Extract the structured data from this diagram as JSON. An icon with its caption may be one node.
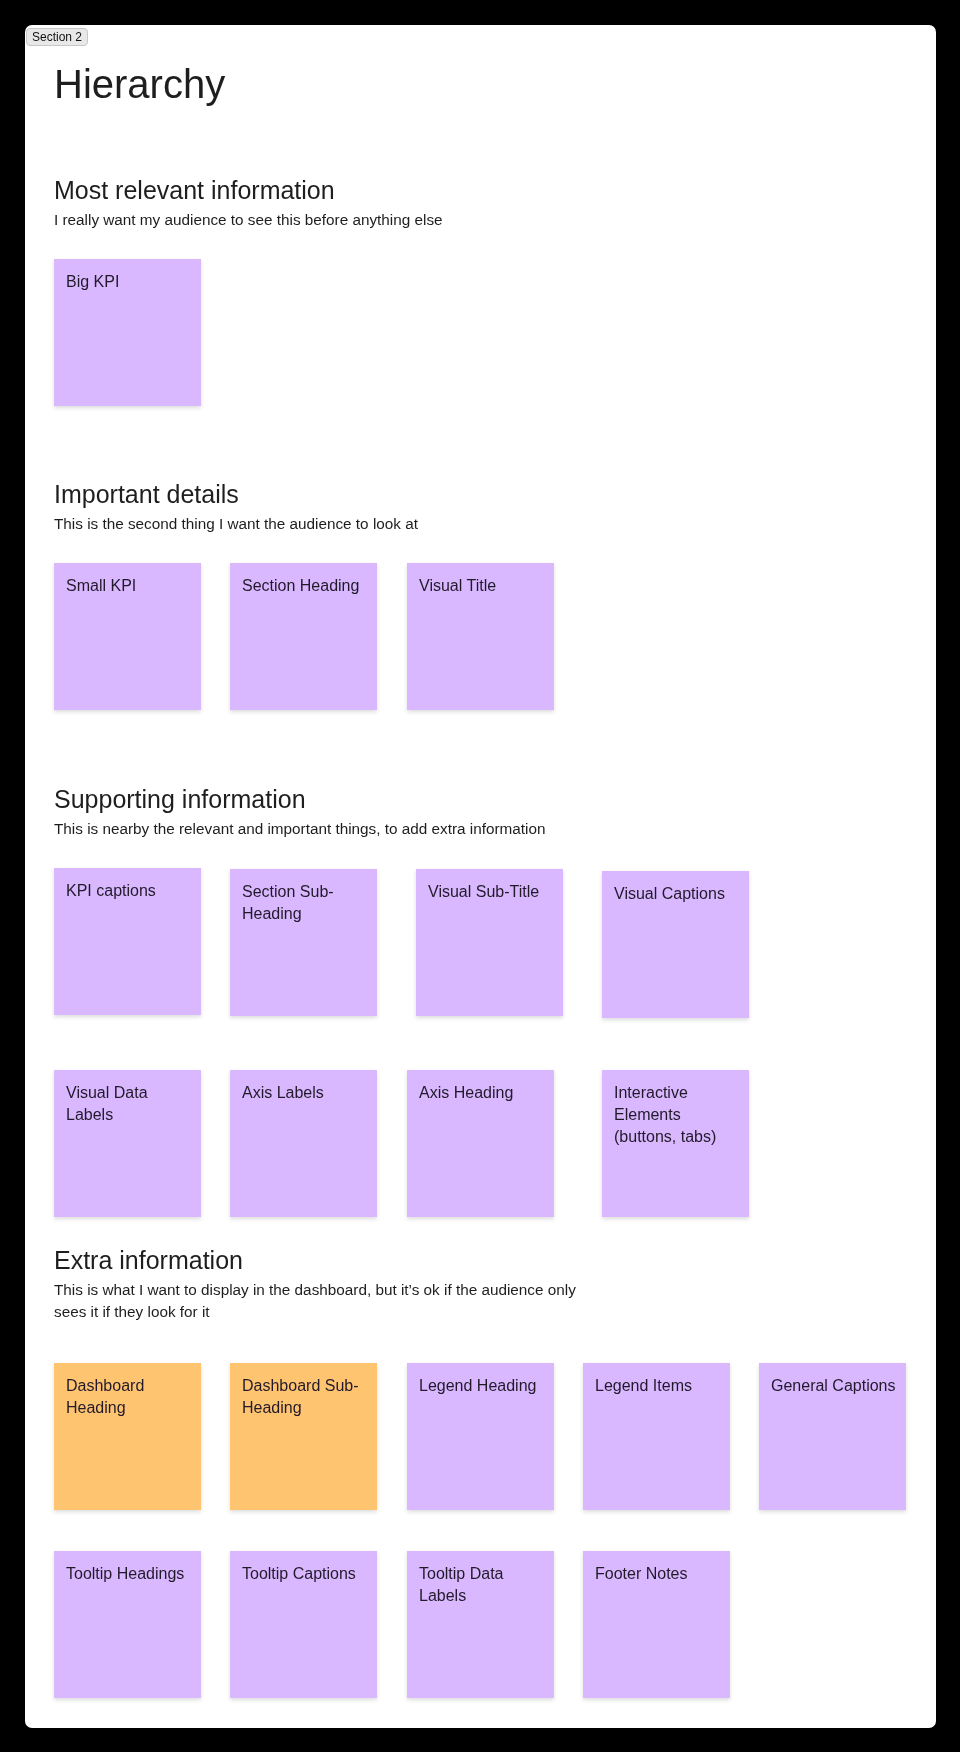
{
  "diagram": {
    "title": "Hierarchy",
    "nodes": [
      {
        "text": [
          "Section 2"
        ]
      },
      {
        "text": [
          "Big KPI"
        ],
        "in": 0
      },
      {
        "text": [
          "Small KPI"
        ],
        "in": 0
      },
      {
        "text": [
          "Section Heading"
        ],
        "in": 0
      },
      {
        "text": [
          "Visual Title"
        ],
        "in": 0
      },
      {
        "text": [
          "KPI captions"
        ],
        "in": 0
      },
      {
        "text": [
          "Section Sub-Heading"
        ],
        "in": 0
      },
      {
        "text": [
          "Visual Sub-Title"
        ],
        "in": 0
      },
      {
        "text": [
          "Visual Captions"
        ],
        "in": 0
      },
      {
        "text": [
          "Visual Data Labels"
        ],
        "in": 0
      },
      {
        "text": [
          "Axis Labels"
        ],
        "in": 0
      },
      {
        "text": [
          "Axis Heading"
        ],
        "in": 0
      },
      {
        "text": [
          "Interactive Elements (buttons, tabs)"
        ],
        "in": 0
      },
      {
        "text": [
          "Dashboard Heading"
        ],
        "in": 0
      },
      {
        "text": [
          "Dashboard Sub-Heading"
        ],
        "in": 0
      },
      {
        "text": [
          "Legend Heading"
        ],
        "in": 0
      },
      {
        "text": [
          "Legend Items"
        ],
        "in": 0
      },
      {
        "text": [
          "General Captions"
        ],
        "in": 0
      },
      {
        "text": [
          "Tooltip Headings"
        ],
        "in": 0
      },
      {
        "text": [
          "Tooltip Captions"
        ],
        "in": 0
      },
      {
        "text": [
          "Tooltip Data Labels"
        ],
        "in": 0
      },
      {
        "text": [
          "Footer Notes"
        ],
        "in": 0
      }
    ],
    "labels": [
      "Most relevant information",
      "I really want my audience to see this before anything else",
      "Important details",
      "This is the second thing I want the audience to look at",
      "Supporting information",
      "This is nearby the relevant and important things, to add extra information",
      "Extra information",
      "This is what I want to display in the dashboard, but it’s ok if the audience only sees it if they look for it"
    ]
  }
}
